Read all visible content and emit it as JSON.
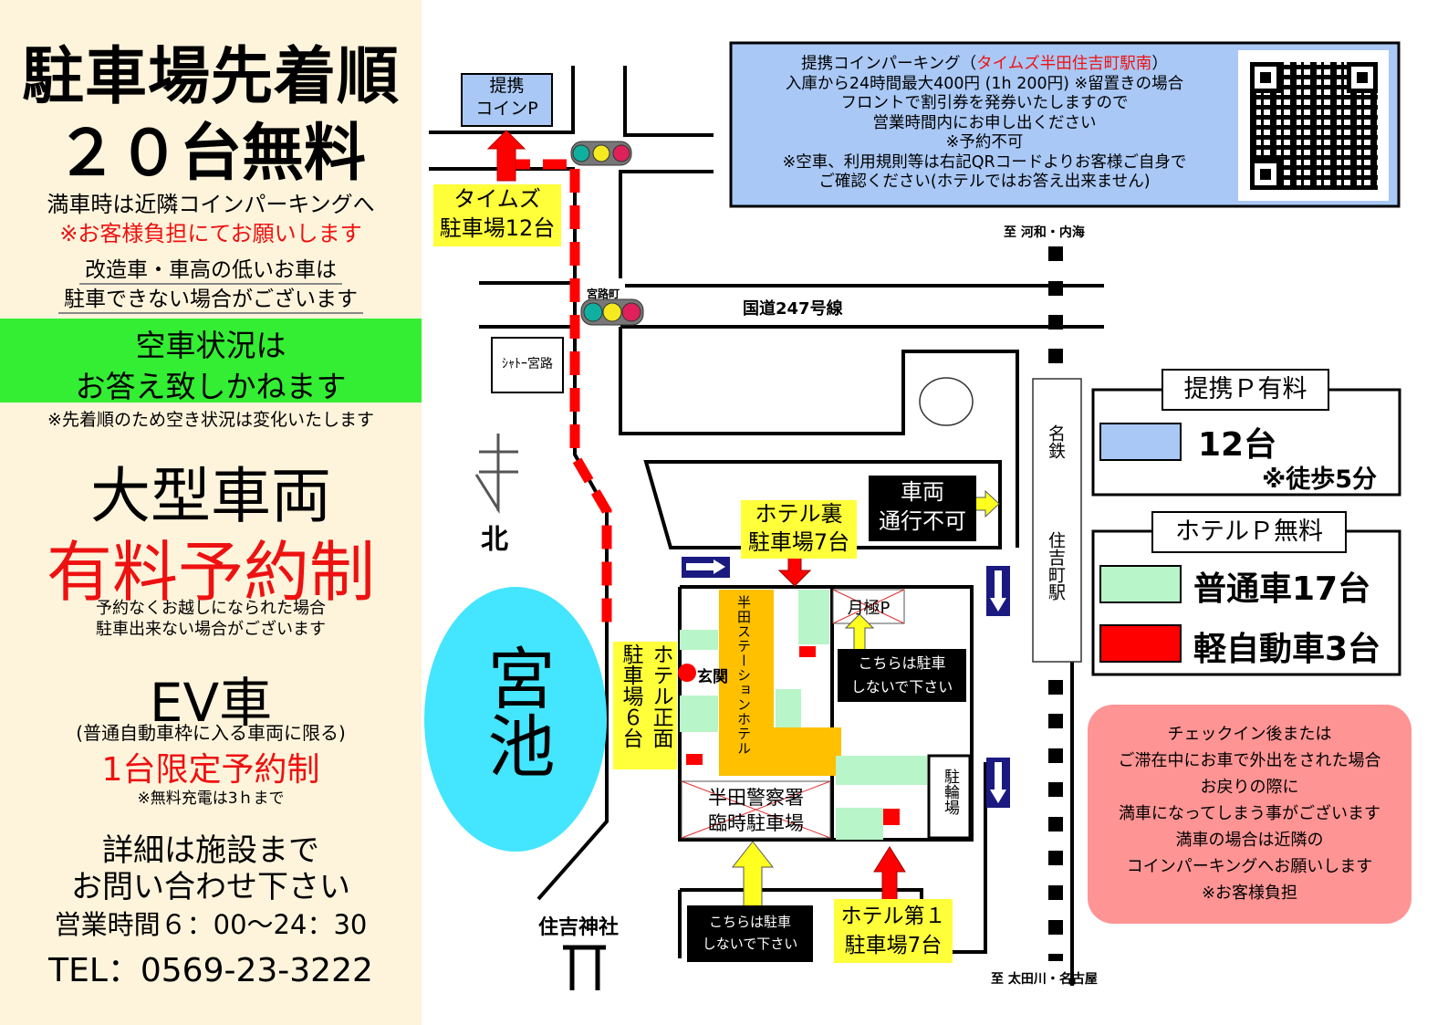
{
  "left_panel": {
    "headline_1": "駐車場先着順",
    "headline_2": "２０台無料",
    "full_note": "満車時は近隣コインパーキングへ",
    "full_note_red": "※お客様負担にてお願いします",
    "modified_1": "改造車・車高の低いお車は",
    "modified_2": "駐車できない場合がございます",
    "vacancy_1": "空車状況は",
    "vacancy_2": "お答え致しかねます",
    "vacancy_note": "※先着順のため空き状況は変化いたします",
    "large_1": "大型車両",
    "large_2": "有料予約制",
    "large_note_1": "予約なくお越しになられた場合",
    "large_note_2": "駐車出来ない場合がございます",
    "ev_title": "EV車",
    "ev_sub": "(普通自動車枠に入る車両に限る)",
    "ev_reserve": "1台限定予約制",
    "ev_note": "※無料充電は3ｈまで",
    "contact_1": "詳細は施設まで",
    "contact_2": "お問い合わせ下さい",
    "hours": "営業時間６：00～24：30",
    "tel": "TEL：0569-23-3222"
  },
  "info_box": {
    "line_1_prefix": "提携コインパーキング（",
    "line_1_red": "タイムズ半田住吉町駅南",
    "line_1_suffix": "）",
    "line_2": "入庫から24時間最大400円 (1h 200円) ※留置きの場合",
    "line_3": "フロントで割引券を発券いたしますので",
    "line_4": "営業時間内にお申し出ください",
    "line_5": "※予約不可",
    "line_6": "※空車、利用規則等は右記QRコードよりお客様ご自身で",
    "line_7": "ご確認ください(ホテルではお答え出来ません)",
    "qr_icon": "qr-code"
  },
  "map": {
    "partner_coin_p_1": "提携",
    "partner_coin_p_2": "コインP",
    "times_1": "タイムズ",
    "times_2": "駐車場12台",
    "intersection": "宮路町",
    "route": "国道247号線",
    "chateau": "ｼｬﾄｰ宮路",
    "north": "北",
    "pond": "宮池",
    "to_north": "至 河和・内海",
    "to_south": "至 太田川・名古屋",
    "station_1": "名鉄",
    "station_2": "住吉町駅",
    "back_lot_1": "ホテル裏",
    "back_lot_2": "駐車場7台",
    "no_traffic_1": "車両",
    "no_traffic_2": "通行不可",
    "monthly": "月極P",
    "no_park_1": "こちらは駐車",
    "no_park_2": "しないで下さい",
    "front_lot_1": "ホテル正面",
    "front_lot_2": "駐車場６台",
    "entrance": "玄関",
    "hotel": "半田ステーションホテル",
    "police_1": "半田警察署",
    "police_2": "臨時駐車場",
    "bike": "駐輪場",
    "shrine": "住吉神社",
    "first_lot_1": "ホテル第１",
    "first_lot_2": "駐車場7台"
  },
  "legend": {
    "partner_title": "提携Ｐ有料",
    "partner_count": "12台",
    "partner_walk": "※徒歩5分",
    "hotel_title": "ホテルＰ無料",
    "regular": "普通車17台",
    "kei": "軽自動車3台",
    "colors": {
      "partner": "#a9c8f5",
      "regular": "#b8f5c8",
      "kei": "#ff0000"
    }
  },
  "notice": {
    "lines": [
      "チェックイン後または",
      "ご滞在中にお車で外出をされた場合",
      "お戻りの際に",
      "満車になってしまう事がございます",
      "満車の場合は近隣の",
      "コインパーキングへお願いします",
      "※お客様負担"
    ]
  }
}
